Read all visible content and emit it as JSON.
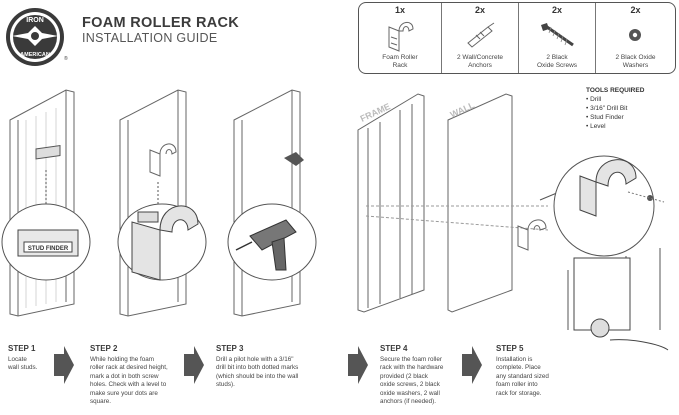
{
  "header": {
    "logo_text_top": "IRON",
    "logo_text_bottom": "AMERICAN",
    "title": "FOAM ROLLER RACK",
    "subtitle": "INSTALLATION GUIDE"
  },
  "parts": [
    {
      "qty": "1x",
      "label": "Foam Roller\nRack",
      "icon": "rack-icon"
    },
    {
      "qty": "2x",
      "label": "2 Wall/Concrete\nAnchors",
      "icon": "anchor-icon"
    },
    {
      "qty": "2x",
      "label": "2 Black\nOxide Screws",
      "icon": "screw-icon"
    },
    {
      "qty": "2x",
      "label": "2 Black Oxide\nWashers",
      "icon": "washer-icon"
    }
  ],
  "tools": {
    "heading": "TOOLS REQUIRED",
    "items": [
      "• Drill",
      "• 3/16\" Drill Bit",
      "• Stud Finder",
      "• Level"
    ]
  },
  "diagram_labels": {
    "frame": "FRAME",
    "wall": "WALL",
    "stud_finder": "STUD FINDER"
  },
  "steps": [
    {
      "title": "STEP 1",
      "text": "Locate\nwall studs."
    },
    {
      "title": "STEP 2",
      "text": "While holding the foam\nroller rack at desired height,\nmark a dot in both screw\nholes. Check with a level to\nmake sure your dots are\nsquare."
    },
    {
      "title": "STEP 3",
      "text": "Drill a pilot hole with a 3/16\"\ndrill bit into both dotted marks\n(which should be into the wall\nstuds)."
    },
    {
      "title": "STEP 4",
      "text": "Secure the foam roller\nrack with the hardware\nprovided (2 black\noxide screws, 2 black\noxide washers, 2 wall\nanchors (if needed)."
    },
    {
      "title": "STEP 5",
      "text": "Installation is\ncomplete. Place\nany standard sized\nfoam roller into\nrack for storage."
    }
  ]
}
